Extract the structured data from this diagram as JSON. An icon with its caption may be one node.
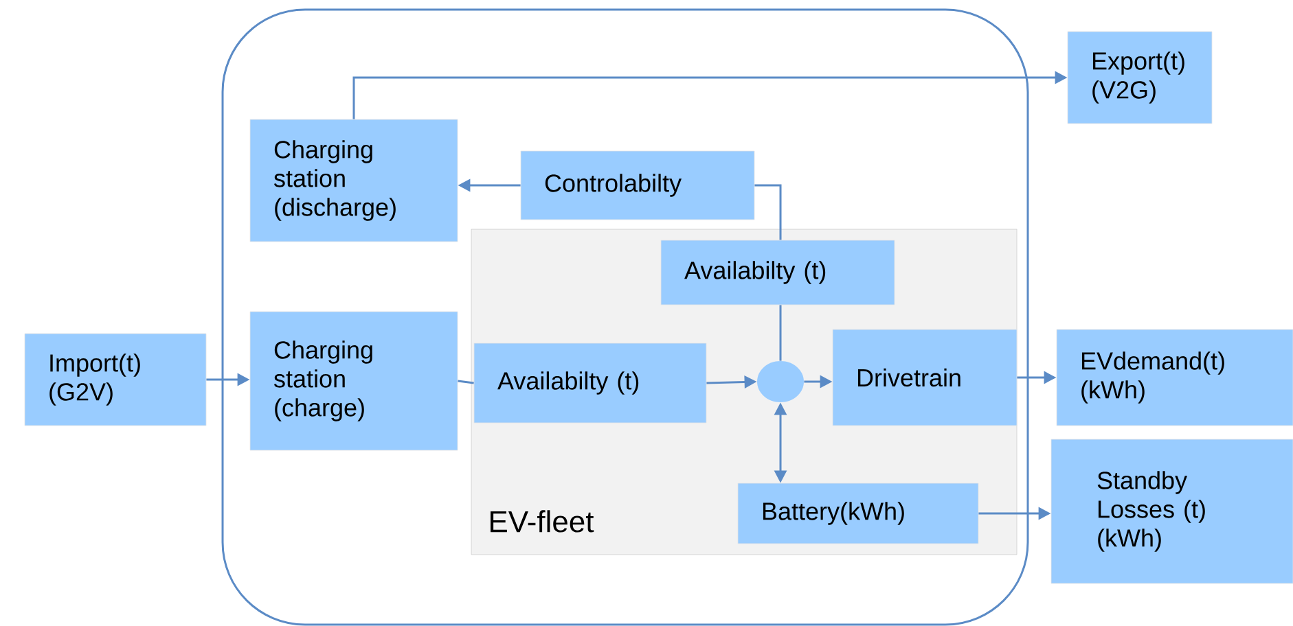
{
  "diagram": {
    "nodes": [
      {
        "text": [],
        "shape": "box"
      },
      {
        "text": [
          "Export(t) (V2G)"
        ]
      },
      {
        "text": [
          "Charging station (discharge)"
        ],
        "in": 0
      },
      {
        "text": [
          "Controlabilty"
        ],
        "in": 0
      },
      {
        "text": [
          "EV-fleet"
        ],
        "in": 0
      },
      {
        "text": [
          "Availabilty (t)"
        ],
        "in": 4
      },
      {
        "text": [
          "Import(t) (G2V)"
        ]
      },
      {
        "text": [
          "Charging station (charge)"
        ],
        "in": 0
      },
      {
        "text": [
          "Availabilty (t)"
        ],
        "in": 4
      },
      {
        "text": [],
        "shape": "circle",
        "in": 4
      },
      {
        "text": [
          "Drivetrain"
        ],
        "in": 4
      },
      {
        "text": [
          "EVdemand(t) (kWh)"
        ]
      },
      {
        "text": [
          "Battery(kWh)"
        ],
        "in": 4
      },
      {
        "text": [
          "Standby Losses (t) (kWh)"
        ]
      }
    ],
    "edges": [
      {
        "from": 2,
        "to": 1,
        "arrow": "to"
      },
      {
        "from": 3,
        "to": 2,
        "arrow": "to"
      },
      {
        "from": 3,
        "to": 5,
        "arrow": "none"
      },
      {
        "from": 5,
        "to": 9,
        "arrow": "none"
      },
      {
        "from": 6,
        "to": 7,
        "arrow": "to"
      },
      {
        "from": 7,
        "to": 8,
        "arrow": "none"
      },
      {
        "from": 8,
        "to": 9,
        "arrow": "to"
      },
      {
        "from": 9,
        "to": 10,
        "arrow": "to"
      },
      {
        "from": 10,
        "to": 11,
        "arrow": "to"
      },
      {
        "from": 9,
        "to": 12,
        "arrow": "both"
      },
      {
        "from": 12,
        "to": 13,
        "arrow": "to"
      }
    ]
  }
}
